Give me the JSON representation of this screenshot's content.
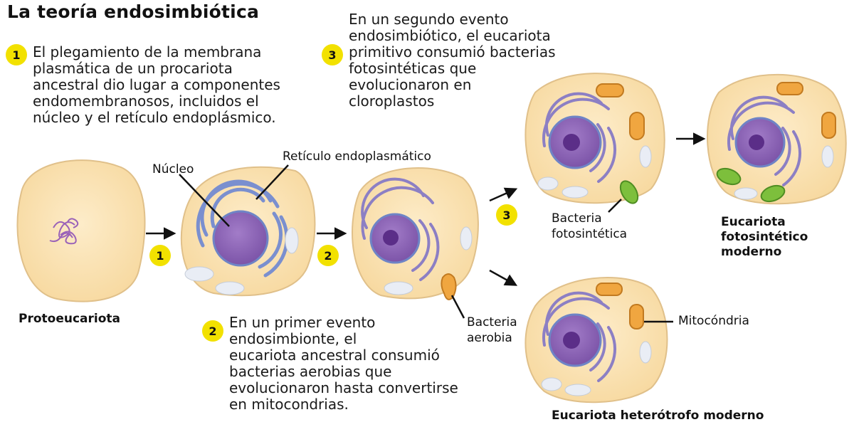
{
  "title": "La teoría endosimbiótica",
  "step1": {
    "badge": "1",
    "lines": [
      "El plegamiento de la membrana",
      "plasmática de un procariota",
      "ancestral dio lugar a componentes",
      "endomembranosos, incluidos el",
      "núcleo y el retículo endoplásmico."
    ]
  },
  "step2": {
    "badge": "2",
    "lines": [
      "En un primer evento",
      "endosimbionte, el",
      "eucariota ancestral consumió",
      "bacterias aerobias que",
      "evolucionaron hasta convertirse",
      "en mitocondrias."
    ]
  },
  "step3": {
    "badge": "3",
    "lines": [
      "En un segundo evento",
      "endosimbiótico, el eucariota",
      "primitivo consumió bacterias",
      "fotosintéticas que",
      "evolucionaron en",
      "cloroplastos"
    ]
  },
  "arrow_badges": [
    "1",
    "2",
    "3"
  ],
  "labels": {
    "nucleo": "Núcleo",
    "reticulo": "Retículo endoplasmático",
    "bacteria_aerobia": [
      "Bacteria",
      "aerobia"
    ],
    "bacteria_fotosintetica": [
      "Bacteria",
      "fotosintética"
    ],
    "mitocondria": "Mitocóndria"
  },
  "captions": {
    "protoeucariota": "Protoeucariota",
    "fotosintetico": [
      "Eucariota",
      "fotosintético",
      "moderno"
    ],
    "heterotrofo": "Eucariota heterótrofo moderno"
  },
  "colors": {
    "cell_fill": "#fbe3b5",
    "cell_stroke": "#e0c08a",
    "nucleus": "#8a5fb5",
    "er": "#7a8fcf",
    "mitochondria": "#f0a640",
    "chloroplast": "#7dbf3c",
    "badge": "#f2e100"
  }
}
